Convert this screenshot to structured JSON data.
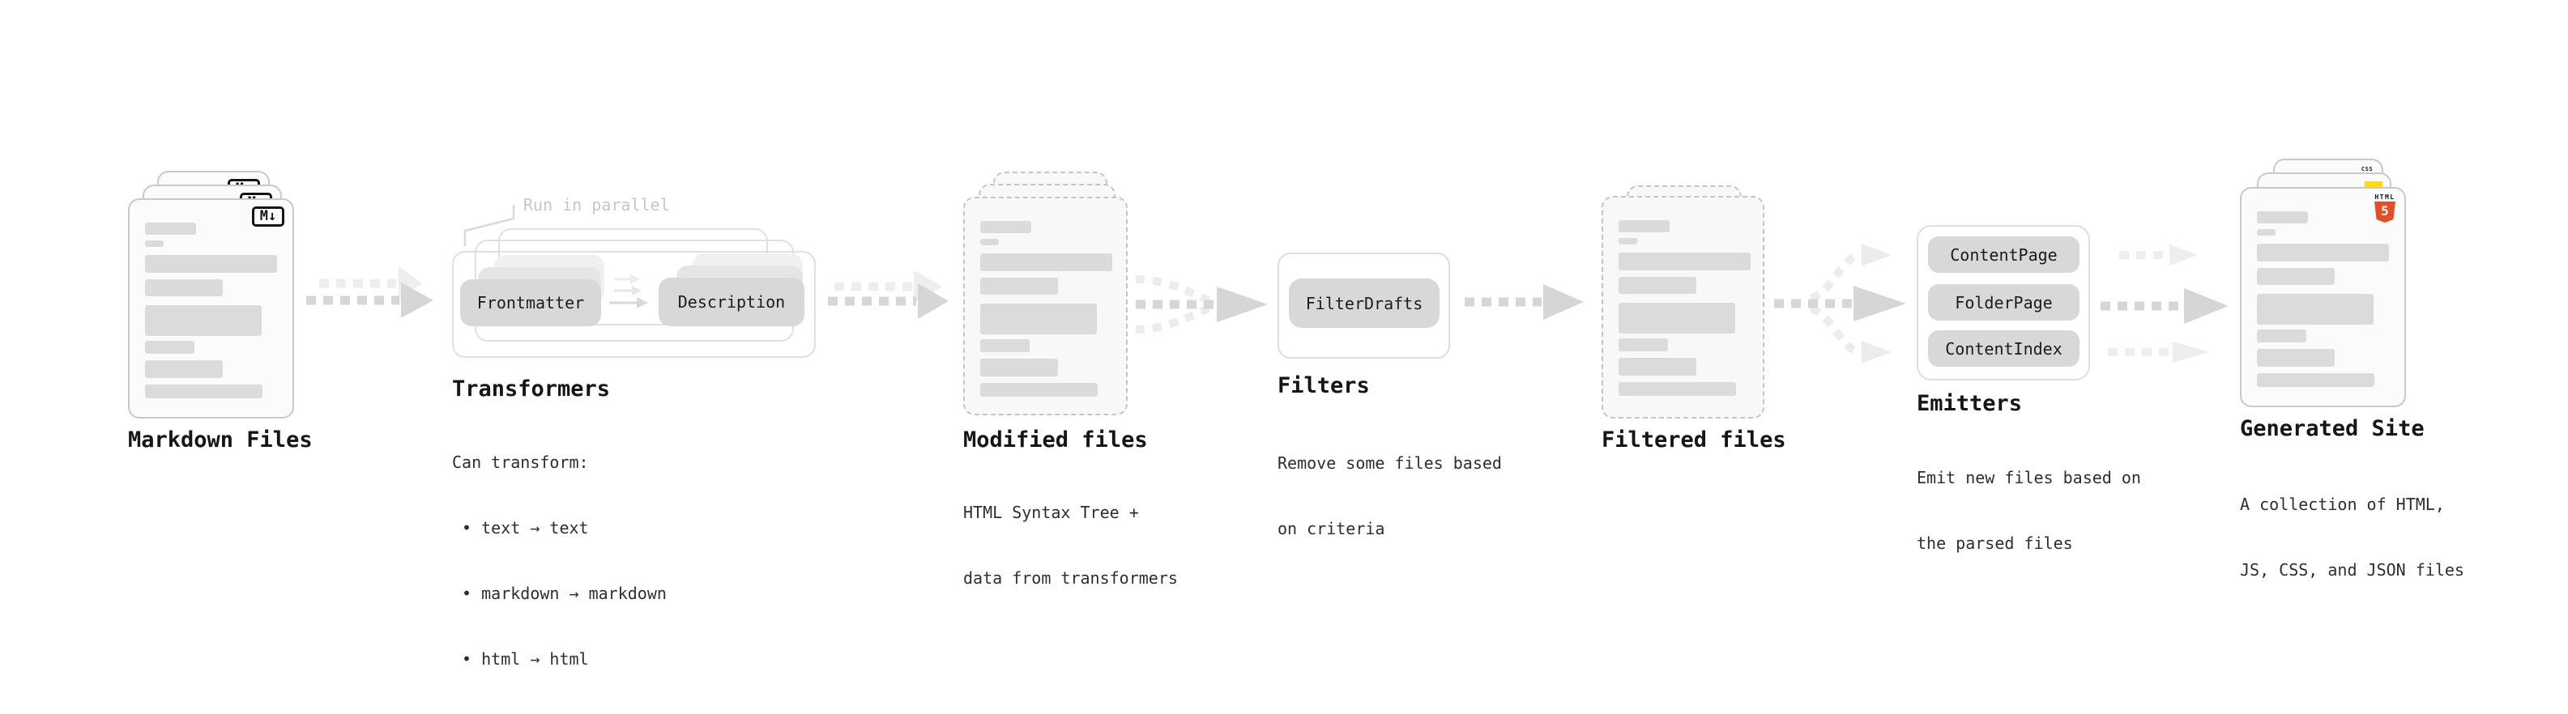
{
  "stages": {
    "markdown": {
      "title": "Markdown Files",
      "badge": "M↓"
    },
    "transformers": {
      "title": "Transformers",
      "callout": "Run in parallel",
      "buttons": [
        "Frontmatter",
        "Description"
      ],
      "desc": [
        "Can transform:",
        " • text → text",
        " • markdown → markdown",
        " • html → html"
      ]
    },
    "modified": {
      "title": "Modified files",
      "desc": [
        "HTML Syntax Tree +",
        "data from transformers"
      ]
    },
    "filters": {
      "title": "Filters",
      "buttons": [
        "FilterDrafts"
      ],
      "desc": [
        "Remove some files based",
        "on criteria"
      ]
    },
    "filtered": {
      "title": "Filtered files"
    },
    "emitters": {
      "title": "Emitters",
      "buttons": [
        "ContentPage",
        "FolderPage",
        "ContentIndex"
      ],
      "desc": [
        "Emit new files based on",
        "the parsed files"
      ]
    },
    "generated": {
      "title": "Generated Site",
      "desc": [
        "A collection of HTML,",
        "JS, CSS, and JSON files"
      ],
      "badges": {
        "html_label": "HTML",
        "html_number": "5",
        "css": "CSS"
      }
    }
  },
  "colors": {
    "html5_orange": "#e44d26",
    "js_yellow": "#ffdd00",
    "css_blue": "#2b6df0",
    "arrow_dark": "#d6d6d6",
    "arrow_light": "#eeeeee"
  }
}
